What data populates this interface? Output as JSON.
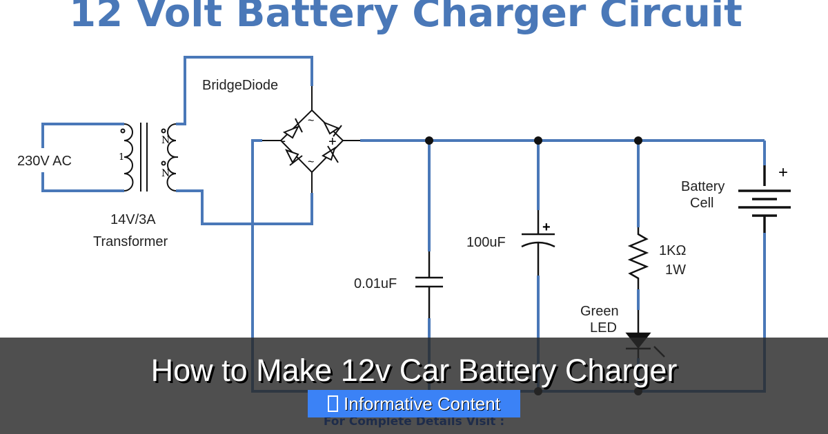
{
  "diagram": {
    "title": "12 Volt Battery Charger Circuit",
    "labels": {
      "ac_source": "230V AC",
      "transformer_rating": "14V/3A",
      "transformer": "Transformer",
      "primary_winding": "1",
      "secondary_winding_1": "N",
      "secondary_winding_2": "N",
      "bridge": "BridgeDiode",
      "bridge_minus": "-",
      "bridge_plus": "+",
      "bridge_ac_1": "~",
      "bridge_ac_2": "~",
      "cap_small": "0.01uF",
      "cap_large": "100uF",
      "cap_large_plus": "+",
      "resistor_value": "1KΩ",
      "resistor_power": "1W",
      "led_line1": "Green",
      "led_line2": "LED",
      "battery_line1": "Battery",
      "battery_line2": "Cell",
      "battery_plus": "+"
    },
    "colors": {
      "wire": "#4a78b8",
      "component": "#111111",
      "title": "#4a78b8"
    }
  },
  "overlay": {
    "headline": "How to Make 12v Car Battery Charger",
    "badge_icon": "tag-icon",
    "badge_label": "Informative Content",
    "visit_text": "For Complete Details Visit :"
  }
}
